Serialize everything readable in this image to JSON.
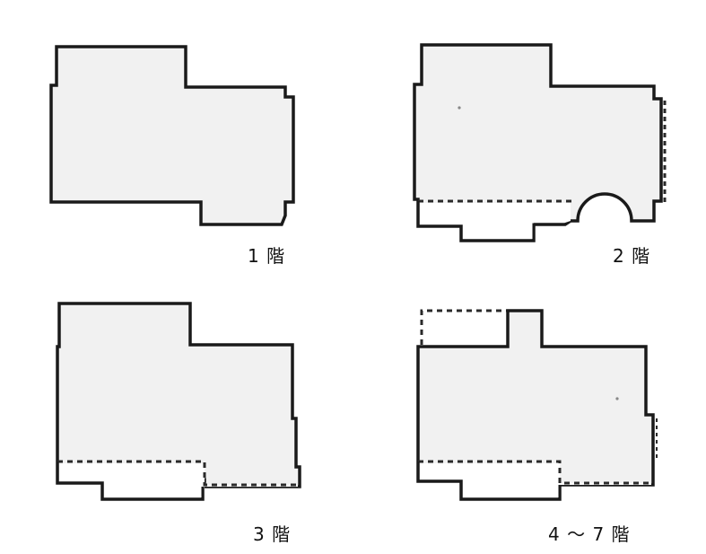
{
  "plans": [
    {
      "id": "floor-1",
      "label": "1 階"
    },
    {
      "id": "floor-2",
      "label": "2 階"
    },
    {
      "id": "floor-3",
      "label": "3 階"
    },
    {
      "id": "floor-4-7",
      "label": "4 ～ 7 階"
    }
  ],
  "colors": {
    "fill": "#f1f1f1",
    "outline": "#1a1a1a",
    "dashed": "#2a2a2a",
    "background": "#ffffff"
  }
}
